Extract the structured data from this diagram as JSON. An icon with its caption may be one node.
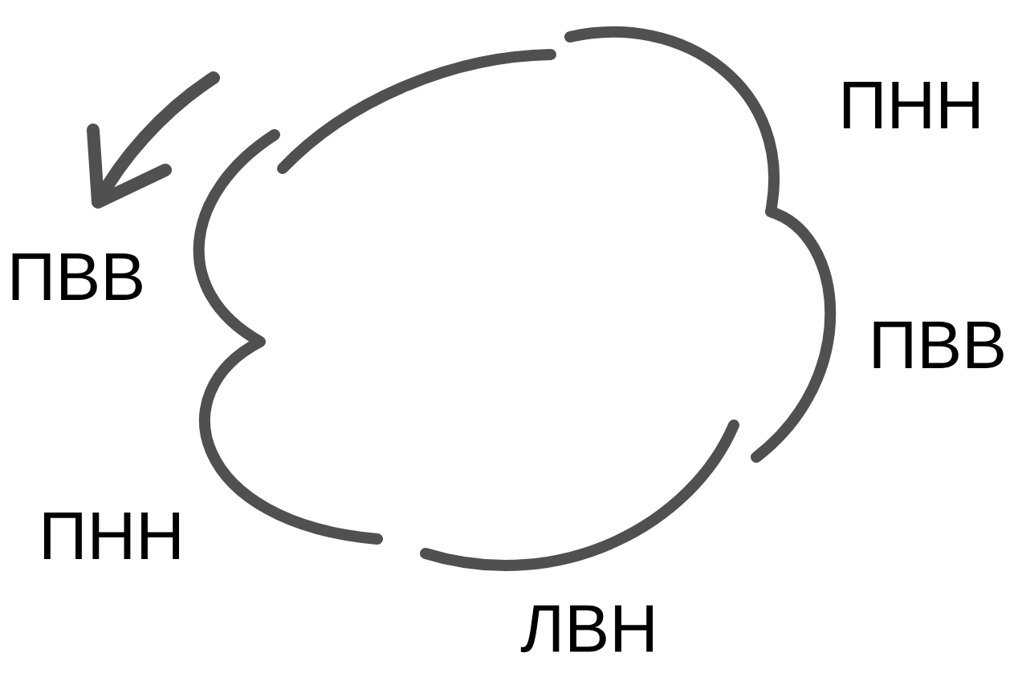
{
  "diagram": {
    "labels": [
      "ПНН",
      "ПВВ",
      "ПВВ",
      "ПНН",
      "ЛВН"
    ]
  }
}
